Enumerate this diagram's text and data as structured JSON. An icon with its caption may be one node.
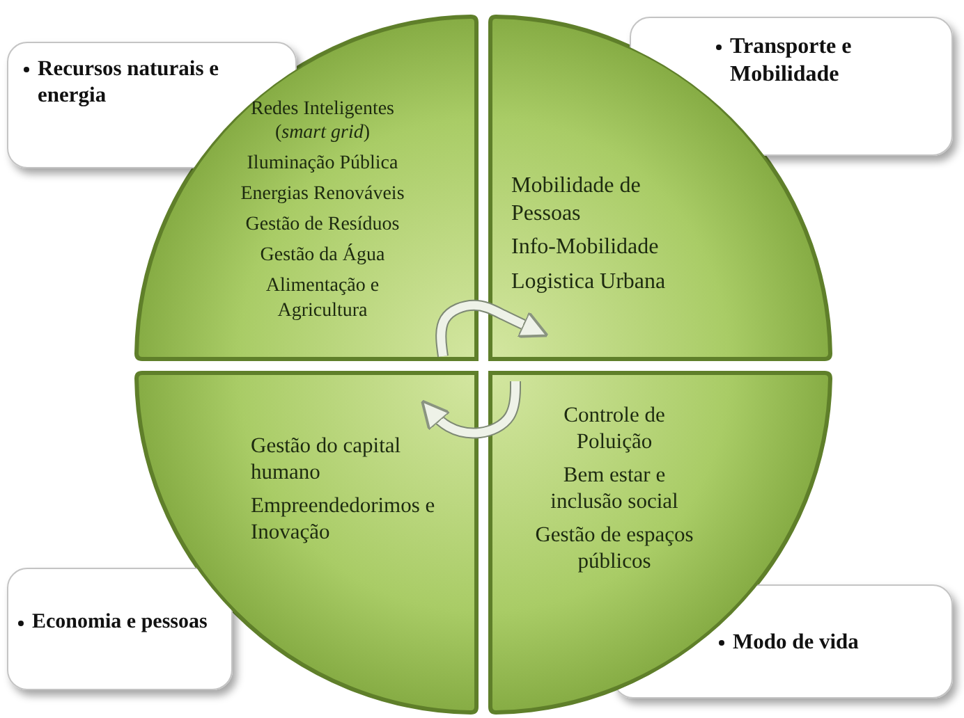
{
  "diagram": {
    "nodes": [
      {
        "text": [
          "Recursos naturais e energia"
        ]
      },
      {
        "text": [
          "Redes Inteligentes (*smart grid*)",
          "Iluminação Pública",
          "Energias Renováveis",
          "Gestão de Resíduos",
          "Gestão da Água",
          "Alimentação e Agricultura"
        ]
      },
      {
        "text": [
          "Transporte e Mobilidade"
        ]
      },
      {
        "text": [
          "Mobilidade de Pessoas",
          "Info-Mobilidade",
          "Logistica Urbana"
        ]
      },
      {
        "text": [
          "Gestão do capital humano",
          "Empreendedorimos e Inovação"
        ]
      },
      {
        "text": [
          "Controle de Poluição",
          "Bem estar e inclusão social",
          "Gestão de espaços públicos"
        ]
      },
      {
        "text": [
          "Economia e pessoas"
        ]
      },
      {
        "text": [
          "Modo de vida"
        ]
      }
    ],
    "edges": [
      {
        "from": 1,
        "to": 3,
        "arrow": "to"
      },
      {
        "from": 5,
        "to": 4,
        "arrow": "to"
      }
    ]
  }
}
